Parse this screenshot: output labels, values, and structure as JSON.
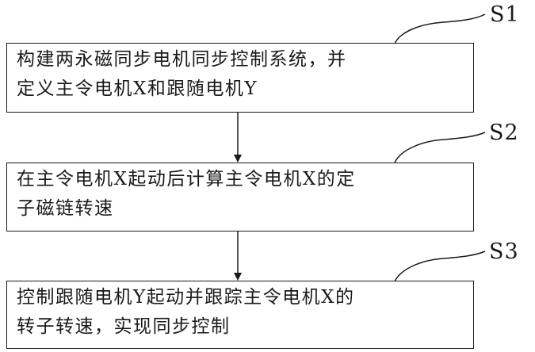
{
  "steps": [
    {
      "id": "S1",
      "lines": [
        "构建两永磁同步电机同步控制系统，并",
        "定义主令电机X和跟随电机Y"
      ]
    },
    {
      "id": "S2",
      "lines": [
        "在主令电机X起动后计算主令电机X的定",
        "子磁链转速"
      ]
    },
    {
      "id": "S3",
      "lines": [
        "控制跟随电机Y起动并跟踪主令电机X的",
        "转子转速，实现同步控制"
      ]
    }
  ],
  "colors": {
    "stroke": "#1a1a1a",
    "background": "#ffffff"
  }
}
